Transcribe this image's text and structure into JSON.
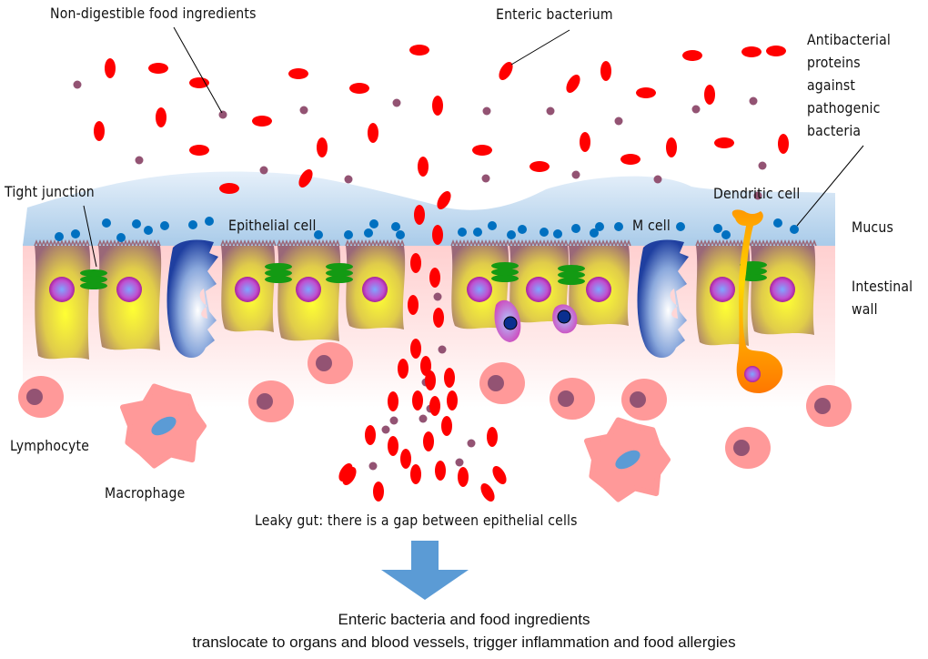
{
  "title": "Leaky gut diagram",
  "labels": {
    "non_digestible": "Non-digestible food ingredients",
    "enteric_bacterium": "Enteric bacterium",
    "antibacterial": "Antibacterial\nproteins\nagainst\npathogenic\nbacteria",
    "tight_junction": "Tight junction",
    "epithelial_cell": "Epithelial cell",
    "m_cell": "M cell",
    "dendritic_cell": "Dendritic cell",
    "mucus": "Mucus",
    "intestinal_wall": "Intestinal\nwall",
    "lymphocyte": "Lymphocyte",
    "macrophage": "Macrophage",
    "leaky_gut": "Leaky gut: there is a gap between epithelial cells"
  },
  "conclusion": {
    "line1": "Enteric bacteria and food ingredients",
    "line2": "translocate to organs and blood vessels, trigger inflammation and food allergies"
  },
  "colors": {
    "bacterium": "#ff0000",
    "food_particle": "#935373",
    "antibacterial_protein": "#0070c0",
    "mucus": "#bcd7ee",
    "intestinal_wall": "#ffd6d6",
    "tight_junction": "#139a13",
    "lymphocyte": "#ff9999",
    "arrow": "#5b9bd5"
  }
}
